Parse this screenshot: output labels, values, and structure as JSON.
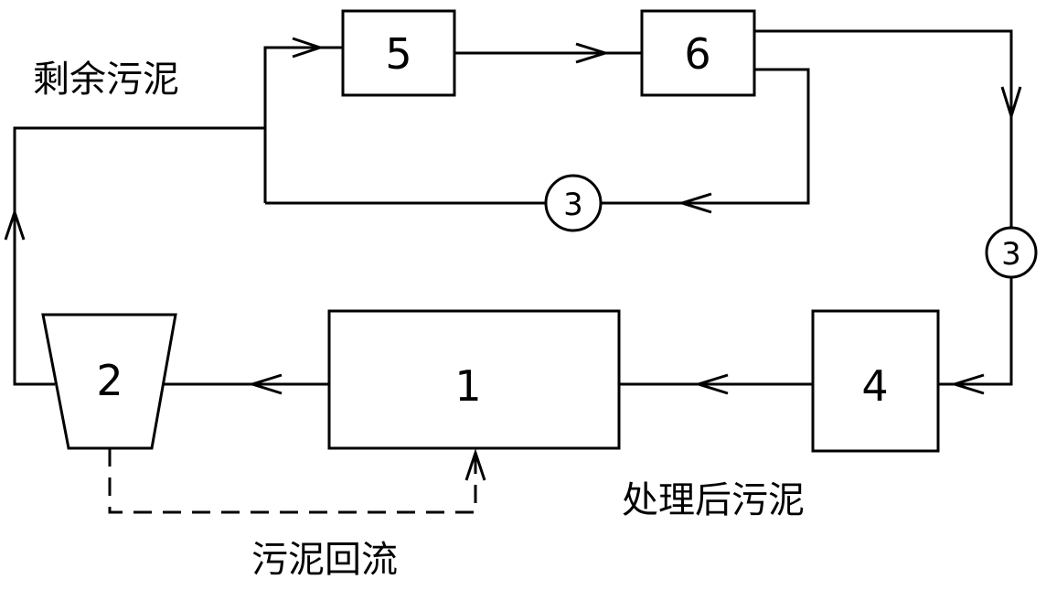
{
  "units": {
    "u1": "1",
    "u2": "2",
    "u4": "4",
    "u5": "5",
    "u6": "6",
    "pump_top": "3",
    "pump_right": "3"
  },
  "labels": {
    "excess_sludge": "剩余污泥",
    "treated_sludge": "处理后污泥",
    "sludge_return": "污泥回流"
  },
  "colors": {
    "line": "#000000",
    "background": "#ffffff"
  }
}
